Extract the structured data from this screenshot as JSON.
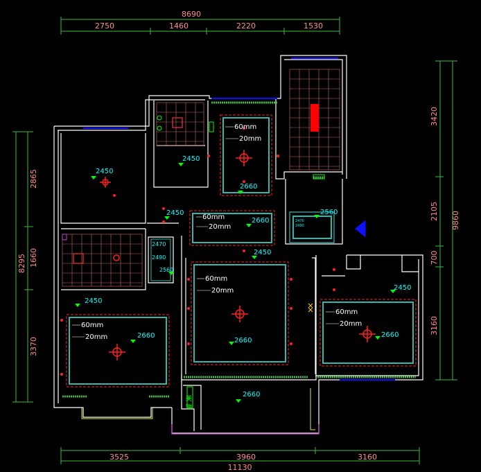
{
  "drawing": {
    "overall_top": "8690",
    "top_dims": [
      "2750",
      "1460",
      "2220",
      "1530"
    ],
    "overall_bottom": "11130",
    "bottom_dims": [
      "3525",
      "3960",
      "3160"
    ],
    "overall_left": "8295",
    "left_dims": [
      "2865",
      "1660",
      "3370"
    ],
    "overall_right": "9860",
    "right_dims": [
      "3420",
      "2105",
      "700",
      "3160"
    ],
    "heights": {
      "bedroom_nw": "2450",
      "kitchen_corr": "2450",
      "kitchen_top": "2660",
      "corridor": "2450",
      "corridor_box": "2660",
      "bath": "2560",
      "bath_small_a": "2470",
      "bath_small_b": "2490",
      "bath_small_c": "2560",
      "bedroom_sw": "2450",
      "bedroom_sw_ceiling": "2660",
      "living": "2450",
      "living_ceiling": "2660",
      "bedroom_se": "2450",
      "bedroom_se_ceiling": "2660",
      "balcony": "2660",
      "stair_small_a": "2470",
      "stair_small_b": "2490"
    },
    "ceiling_notes": {
      "line_60": "60mm",
      "line_20": "20mm"
    },
    "balcony_label": "美 物"
  },
  "colors": {
    "wall": "#ffffff",
    "dimension_line": "#3dbb3d",
    "dimension_text": "#ff8c8c",
    "height_text": "#00ffff",
    "ceiling_outline": "#ff2020",
    "ceiling_inner": "#2fb8b0",
    "window": "#1010ff",
    "tile": "#c86a6a",
    "marker": "#00ff00"
  }
}
